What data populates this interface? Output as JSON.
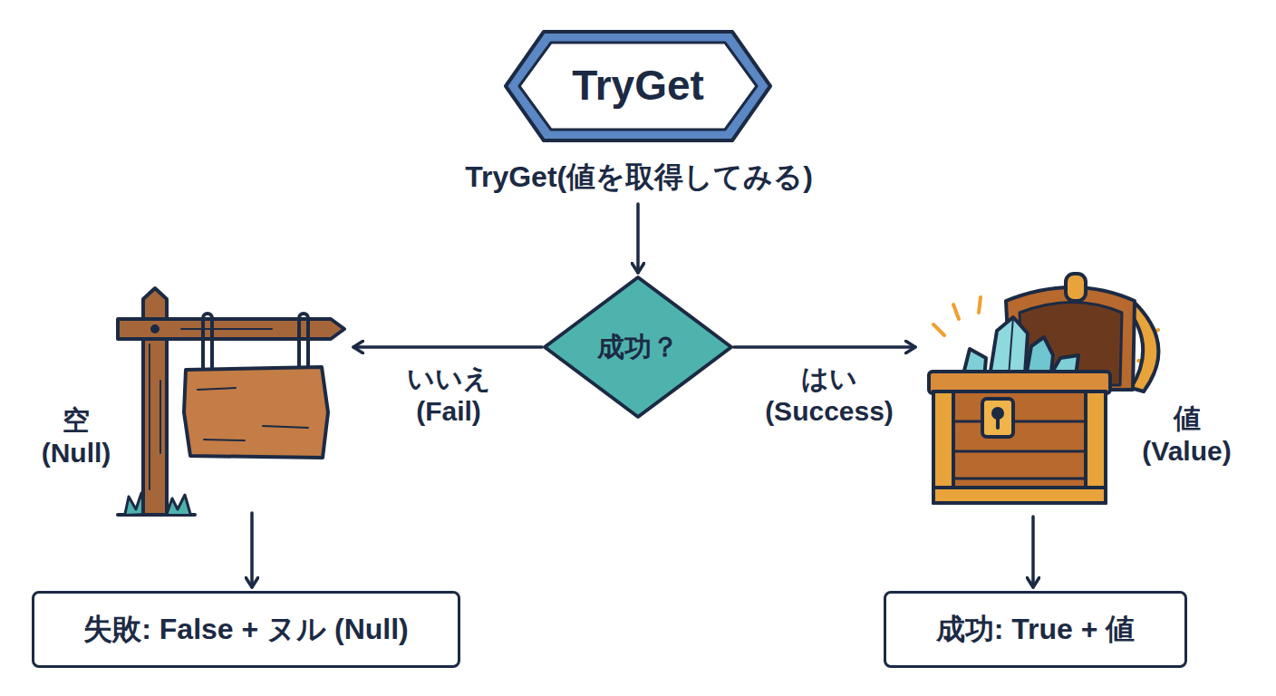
{
  "diagram": {
    "nodes": [
      {
        "text": [
          "TryGet",
          "TryGet(値を取得してみる)"
        ]
      },
      {
        "text": [
          "成功？"
        ]
      },
      {
        "text": [
          "空 (Null)"
        ]
      },
      {
        "text": [
          "値 (Value)"
        ]
      },
      {
        "text": [
          "失敗: False + ヌル (Null)"
        ]
      },
      {
        "text": [
          "成功: True + 値"
        ]
      }
    ],
    "edges": [
      {
        "from": 0,
        "to": 1,
        "arrow": "to"
      },
      {
        "from": 1,
        "to": 2,
        "label": "いいえ (Fail)",
        "arrow": "to"
      },
      {
        "from": 1,
        "to": 3,
        "label": "はい (Success)",
        "arrow": "to"
      },
      {
        "from": 2,
        "to": 4,
        "arrow": "to"
      },
      {
        "from": 3,
        "to": 5,
        "arrow": "to"
      }
    ]
  }
}
